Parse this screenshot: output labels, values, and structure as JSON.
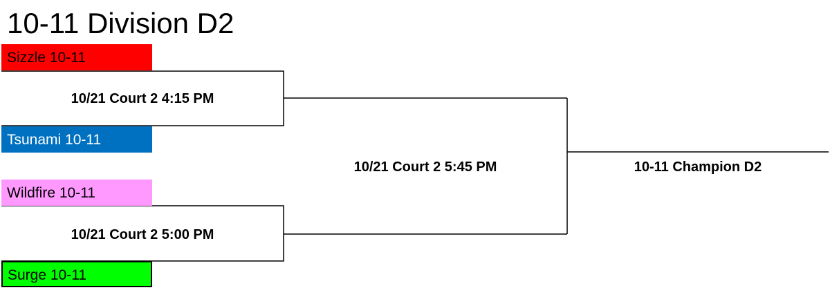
{
  "title": "10-11 Division D2",
  "teams": [
    {
      "name": "Sizzle 10-11",
      "color": "#ff0000"
    },
    {
      "name": "Tsunami 10-11",
      "color": "#0070c0"
    },
    {
      "name": "Wildfire 10-11",
      "color": "#ff99ff"
    },
    {
      "name": "Surge 10-11",
      "color": "#00ff00"
    }
  ],
  "games": [
    {
      "label": "10/21 Court 2 4:15 PM"
    },
    {
      "label": "10/21 Court 2 5:00 PM"
    },
    {
      "label": "10/21 Court 2 5:45 PM"
    }
  ],
  "champion": {
    "label": "10-11 Champion D2"
  }
}
